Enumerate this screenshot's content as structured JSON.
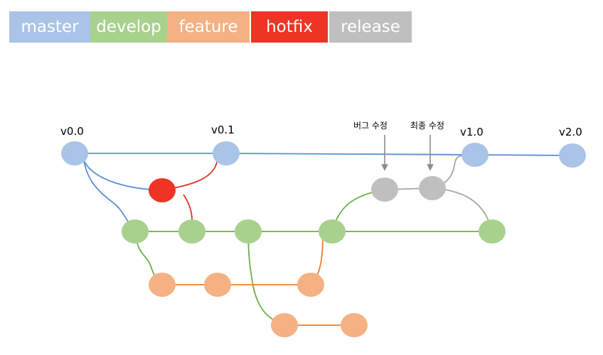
{
  "legend": [
    {
      "label": "master",
      "color": "#a9c4e6"
    },
    {
      "label": "develop",
      "color": "#a9d18e"
    },
    {
      "label": "feature",
      "color": "#f4b183"
    },
    {
      "label": "hotfix",
      "color": "#ee3424"
    },
    {
      "label": "release",
      "color": "#bfbfbf"
    }
  ],
  "tags": {
    "v00": "v0.0",
    "v01": "v0.1",
    "v10": "v1.0",
    "v20": "v2.0"
  },
  "annotations": {
    "bugfix": "버그 수정",
    "final_fix": "최종 수정"
  },
  "colors": {
    "master_line": "#5b8fd6",
    "develop_line": "#70ad47",
    "feature_line": "#ed7d31",
    "hotfix_line": "#e03424",
    "release_line": "#a6a6a6",
    "arrow": "#8c8c8c"
  }
}
